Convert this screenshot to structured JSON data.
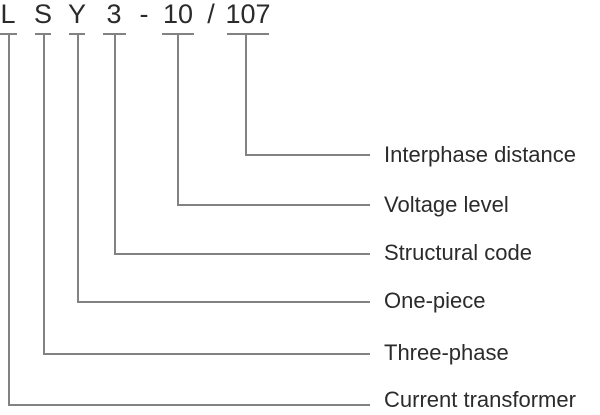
{
  "diagram": {
    "title_code_display": "L S Y 3 - 10 / 107",
    "code_parts": [
      {
        "text": "L"
      },
      {
        "text": "S"
      },
      {
        "text": "Y"
      },
      {
        "text": "3"
      },
      {
        "text": "-"
      },
      {
        "text": "10"
      },
      {
        "text": "/"
      },
      {
        "text": "107"
      }
    ],
    "callouts": [
      {
        "code": "107",
        "meaning": "Interphase distance"
      },
      {
        "code": "10",
        "meaning": "Voltage level"
      },
      {
        "code": "3",
        "meaning": "Structural code"
      },
      {
        "code": "Y",
        "meaning": "One-piece"
      },
      {
        "code": "S",
        "meaning": "Three-phase"
      },
      {
        "code": "L",
        "meaning": "Current transformer"
      }
    ],
    "colors": {
      "line": "#828282",
      "text": "#2b2b2b",
      "background": "#ffffff"
    }
  }
}
